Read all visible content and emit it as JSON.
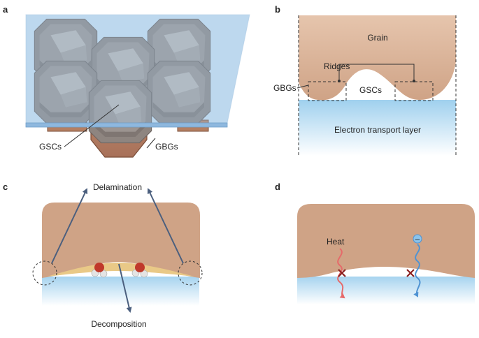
{
  "panels": {
    "a": {
      "label": "a",
      "callouts": {
        "gscs": "GSCs",
        "gbgs": "GBGs"
      }
    },
    "b": {
      "label": "b",
      "labels": {
        "grain": "Grain",
        "ridges": "Ridges",
        "gbgs": "GBGs",
        "gscs": "GSCs",
        "etl": "Electron transport layer"
      }
    },
    "c": {
      "label": "c",
      "labels": {
        "delamination": "Delamination",
        "decomposition": "Decomposition"
      }
    },
    "d": {
      "label": "d",
      "labels": {
        "heat": "Heat",
        "electron_symbol": "–"
      }
    }
  },
  "colors": {
    "grain": "#cfa386",
    "grain_gradient_top": "#e6c5ad",
    "etl": "#9fd0ee",
    "substrate_glass": "#9cc3e4",
    "crystal": "#8e8580",
    "crystal_facet_light": "#bcb6b2",
    "grain_bottom": "#b07a5e",
    "interface_gap": "#e9c987",
    "arrow": "#4b5f7e",
    "heat": "#e66a6a",
    "electron": "#4f93d3",
    "block_x": "#8b2020",
    "water_oxygen": "#c0392b",
    "water_hydrogen": "#e4e4e4"
  }
}
